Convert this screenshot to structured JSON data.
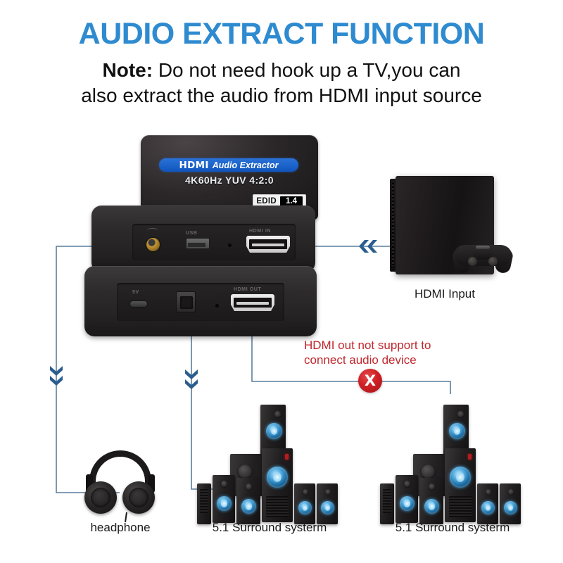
{
  "heading": {
    "title": "AUDIO EXTRACT FUNCTION",
    "note_label": "Note:",
    "note_line1": " Do not need hook up a TV,you can",
    "note_line2": "also extract the audio from HDMI input source"
  },
  "device": {
    "badge_hdmi": "HDMI",
    "badge_sub": "Audio Extractor",
    "spec": "4K60Hz  YUV 4:2:0",
    "edid_label": "EDID",
    "edid_value": "1.4",
    "front_panel": {
      "jack_label": "",
      "usb_label": "USB",
      "hdmi_label": "HDMI IN"
    },
    "rear_panel": {
      "power_label": "5V",
      "optical_label": "",
      "hdmi_label": "HDMI OUT"
    }
  },
  "labels": {
    "hdmi_input": "HDMI Input",
    "headphone": "headphone",
    "surround_left": "5.1 Surround systerm",
    "surround_right": "5.1 Surround systerm"
  },
  "warning": {
    "line1": "HDMI out not support to",
    "line2": "connect audio device",
    "x_mark": "X"
  },
  "colors": {
    "title_blue": "#2E8BD0",
    "badge_blue": "#1560CC",
    "warning_red": "#C0272D",
    "x_red": "#CF1F25",
    "wire_blue": "#5A7E9E",
    "chevron_blue": "#2B5E8E",
    "speaker_glow": "#4FA9DD"
  }
}
